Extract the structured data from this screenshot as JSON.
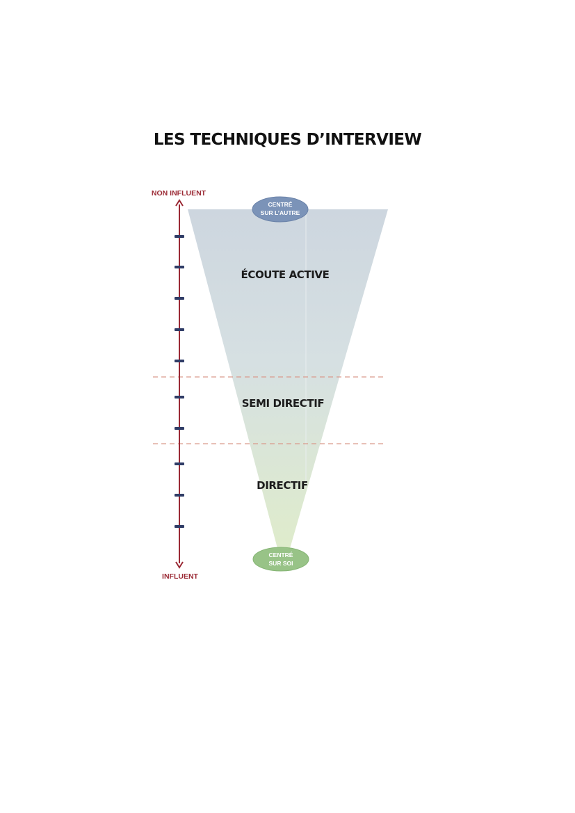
{
  "title": "LES TECHNIQUES D’INTERVIEW",
  "scale": {
    "top_label": "NON INFLUENT",
    "bottom_label": "INFLUENT",
    "tick_count": 10
  },
  "badges": {
    "top": {
      "line1": "CENTRÉ",
      "line2": "SUR L’AUTRE"
    },
    "bottom": {
      "line1": "CENTRÉ",
      "line2": "SUR SOI"
    }
  },
  "zones": [
    {
      "label": "ÉCOUTE ACTIVE"
    },
    {
      "label": "SEMI DIRECTIF"
    },
    {
      "label": "DIRECTIF"
    }
  ],
  "colors": {
    "axis": "#9b2a35",
    "tick": "#2f3c66",
    "divider": "#d99a8c",
    "funnel_top": "#cdd8e2",
    "funnel_bottom": "#dcebc8",
    "badge_top": "#7b93b8",
    "badge_bottom": "#98c387"
  }
}
